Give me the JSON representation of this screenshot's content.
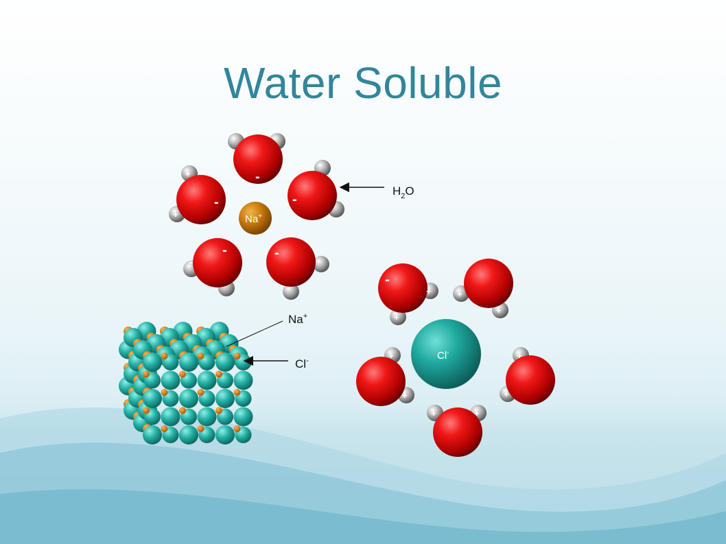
{
  "slide": {
    "title": "Water Soluble"
  },
  "labels": {
    "water_main": "H",
    "water_sub": "2",
    "water_tail": "O",
    "sodium_main": "Na",
    "sodium_sup": "+",
    "chloride_main": "Cl",
    "chloride_sup": "-",
    "minus_sign": "-",
    "plus_sign": "+"
  },
  "colors": {
    "title": "#31869b",
    "oxygen": "#e00000",
    "hydrogen": "#9a9a9a",
    "sodium": "#c8780a",
    "chloride": "#1a9e96",
    "lattice": "#2bb3a8"
  }
}
